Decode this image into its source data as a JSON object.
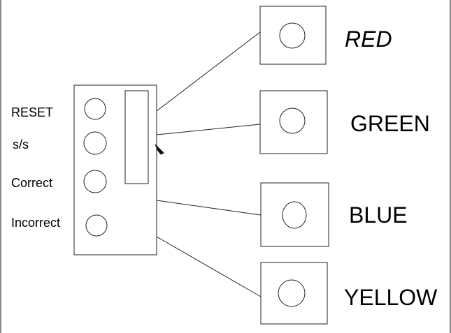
{
  "controller": {
    "labels": {
      "reset": "RESET",
      "ss": "s/s",
      "correct": "Correct",
      "incorrect": "Incorrect"
    }
  },
  "color_buttons": [
    {
      "label": "RED"
    },
    {
      "label": "GREEN"
    },
    {
      "label": "BLUE"
    },
    {
      "label": "YELLOW"
    }
  ]
}
